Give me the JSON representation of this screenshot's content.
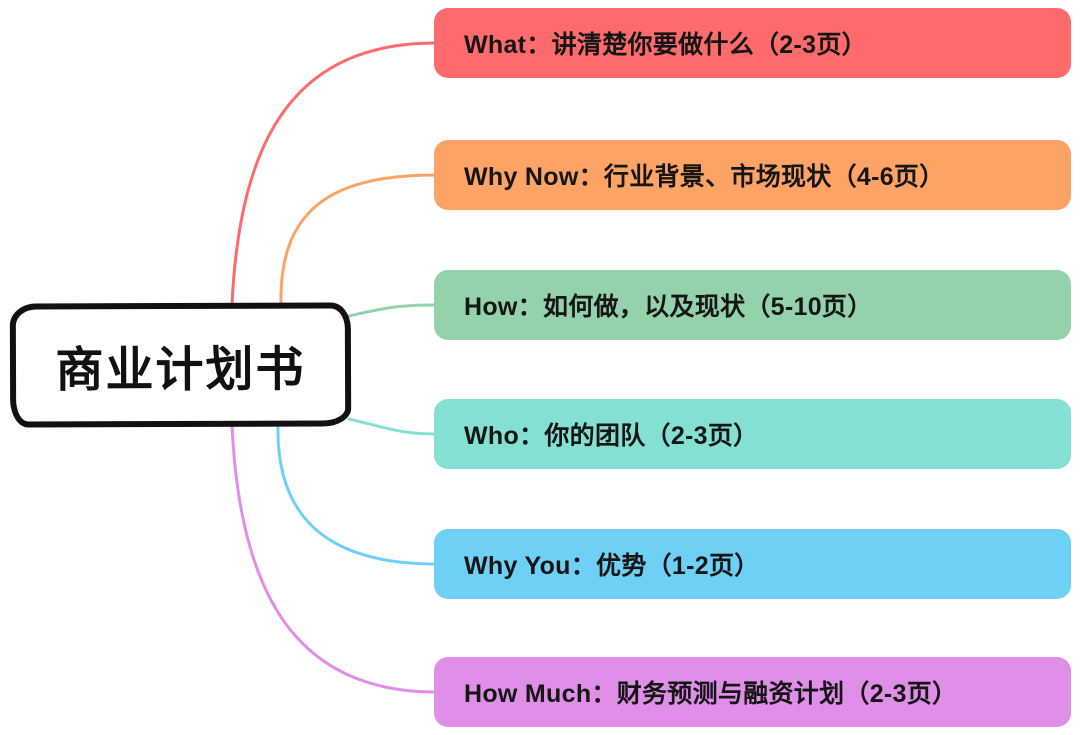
{
  "canvas": {
    "background": "#ffffff",
    "type": "mindmap"
  },
  "center": {
    "label": "商业计划书",
    "fill": "#ffffff",
    "border_color": "#111111",
    "text_color": "#111111"
  },
  "branches": [
    {
      "id": "what",
      "label": "What：讲清楚你要做什么（2-3页）",
      "color": "#ff6b6c"
    },
    {
      "id": "why-now",
      "label": "Why Now：行业背景、市场现状（4-6页）",
      "color": "#fda366"
    },
    {
      "id": "how",
      "label": "How：如何做，以及现状（5-10页）",
      "color": "#93d2ab"
    },
    {
      "id": "who",
      "label": "Who：你的团队（2-3页）",
      "color": "#84e0d3"
    },
    {
      "id": "why-you",
      "label": "Why You：优势（1-2页）",
      "color": "#6fd0f6"
    },
    {
      "id": "how-much",
      "label": "How Much：财务预测与融资计划（2-3页）",
      "color": "#e08fe8"
    }
  ],
  "branch_text_color": "#161616"
}
